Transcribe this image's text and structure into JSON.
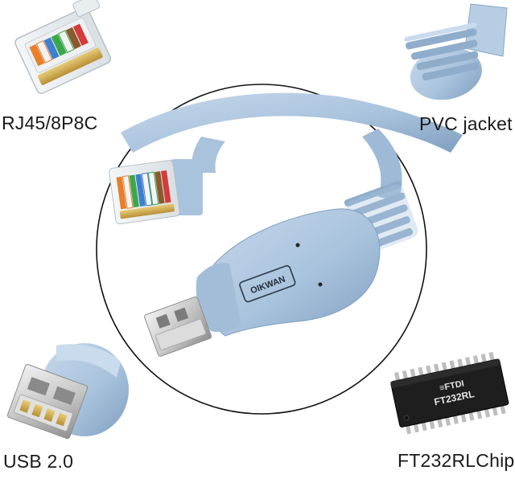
{
  "labels": {
    "rj45": "RJ45/8P8C",
    "pvc": "PVC jacket",
    "usb": "USB 2.0",
    "chip": "FT232RLChip"
  },
  "product": {
    "brand_on_housing": "OIKWAN"
  },
  "chip": {
    "marking_line1": "≡FTDI",
    "marking_line2": "FT232RL"
  },
  "colors": {
    "cable_blue": "#a9c3dd",
    "background": "#ffffff",
    "label_text": "#1a1a1a"
  }
}
